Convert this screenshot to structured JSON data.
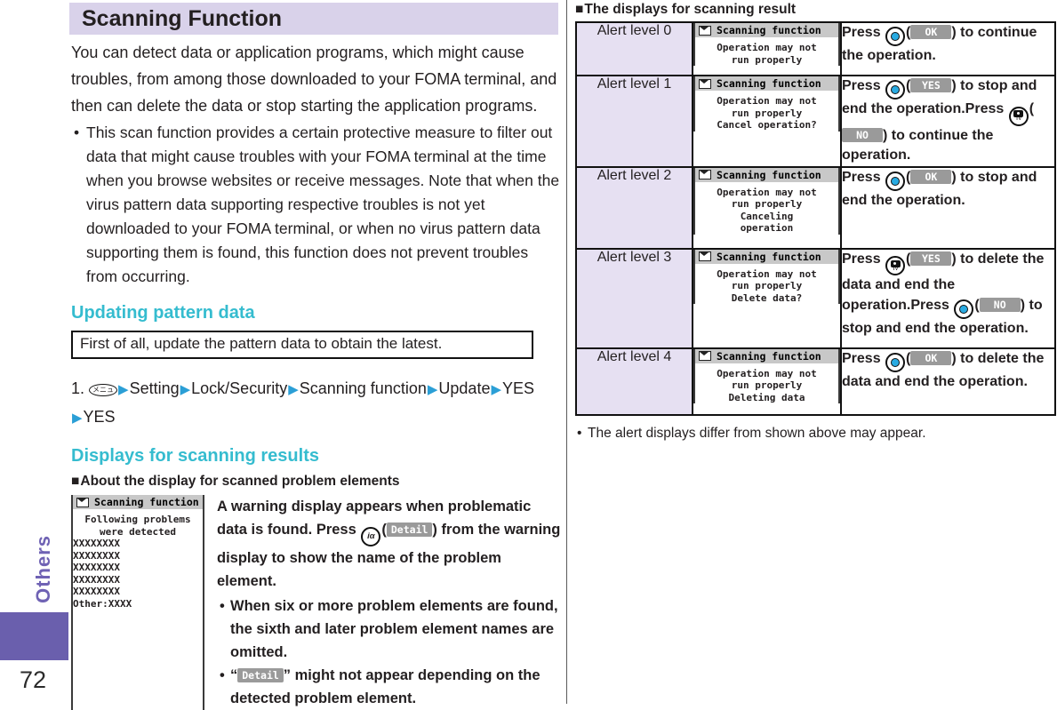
{
  "colors": {
    "accent_cyan": "#35bccf",
    "band_lavender": "#d9d2ea",
    "cell_lavender": "#e6e0f2",
    "sidebar_purple": "#6a5fad",
    "key_blue": "#29abe2",
    "softkey_gray": "#9a9a9a",
    "arrow_blue": "#2b9fd6"
  },
  "sidebar": {
    "label": "Others",
    "page_number": "72"
  },
  "left": {
    "title": "Scanning Function",
    "intro": "You can detect data or application programs, which might cause troubles, from among those downloaded to your FOMA terminal, and then can delete the data or stop starting the application programs.",
    "intro_bullet": "This scan function provides a certain protective measure to filter out data that might cause troubles with your FOMA terminal at the time when you browse websites or receive messages. Note that when the virus pattern data supporting respective troubles is not yet downloaded to your FOMA terminal, or when no virus pattern data supporting them is found, this function does not prevent troubles from occurring.",
    "heading_updating": "Updating pattern data",
    "note_box": "First of all, update the pattern data to obtain the latest.",
    "step": {
      "number": "1.",
      "menu_key_label": "メニュ",
      "path": [
        "Setting",
        "Lock/Security",
        "Scanning function",
        "Update",
        "YES",
        "YES"
      ],
      "break_before_index": 5
    },
    "heading_displays": "Displays for scanning results",
    "sub_heading": "About the display for scanned problem elements",
    "warning_screen": {
      "title": "Scanning function",
      "centered_lines": [
        "Following problems",
        "were detected"
      ],
      "left_lines": [
        "XXXXXXXX",
        "XXXXXXXX",
        "XXXXXXXX",
        "XXXXXXXX",
        "XXXXXXXX",
        "Other:XXXX"
      ]
    },
    "description_segments": [
      {
        "t": "text",
        "v": "A warning display appears when problematic data is found. Press "
      },
      {
        "t": "key",
        "v": "i-alpha-key",
        "label": "iα"
      },
      {
        "t": "text",
        "v": "("
      },
      {
        "t": "softkey",
        "v": "Detail"
      },
      {
        "t": "text",
        "v": ") from the warning display to show the name of the problem element."
      }
    ],
    "description_bullet1": "When six or more problem elements are found, the sixth and later problem element names are omitted.",
    "description_bullet2_segments": [
      {
        "t": "text",
        "v": "“"
      },
      {
        "t": "softkey",
        "v": "Detail"
      },
      {
        "t": "text",
        "v": "” might not appear depending on the detected problem element."
      }
    ]
  },
  "right": {
    "heading": "The displays for scanning result",
    "screen_title": "Scanning function",
    "rows": [
      {
        "label": "Alert level 0",
        "screen_lines": [
          "Operation may not",
          "run properly"
        ],
        "instructions": [
          {
            "key": "ok-key",
            "softkey": "OK",
            "after": "to continue the operation."
          }
        ]
      },
      {
        "label": "Alert level 1",
        "screen_lines": [
          "Operation may not",
          "run properly",
          "Cancel operation?"
        ],
        "instructions": [
          {
            "key": "ok-key",
            "softkey": "YES",
            "after": "to stop and end the operation."
          },
          {
            "key": "camera-key",
            "softkey": "NO",
            "after": "to continue the operation."
          }
        ]
      },
      {
        "label": "Alert level 2",
        "screen_lines": [
          "Operation may not",
          "run properly",
          "Canceling",
          "operation"
        ],
        "instructions": [
          {
            "key": "ok-key",
            "softkey": "OK",
            "after": "to stop and end the operation."
          }
        ]
      },
      {
        "label": "Alert level 3",
        "screen_lines": [
          "Operation may not",
          "run properly",
          "Delete data?"
        ],
        "instructions": [
          {
            "key": "camera-key",
            "softkey": "YES",
            "after": "to delete the data and end the operation."
          },
          {
            "key": "ok-key",
            "softkey": "NO",
            "after": "to stop and end the operation."
          }
        ]
      },
      {
        "label": "Alert level 4",
        "screen_lines": [
          "Operation may not",
          "run properly",
          "Deleting data"
        ],
        "instructions": [
          {
            "key": "ok-key",
            "softkey": "OK",
            "after": "to delete the data and end the operation."
          }
        ]
      }
    ],
    "press_word": "Press ",
    "footnote": "The alert displays differ from shown above may appear."
  }
}
